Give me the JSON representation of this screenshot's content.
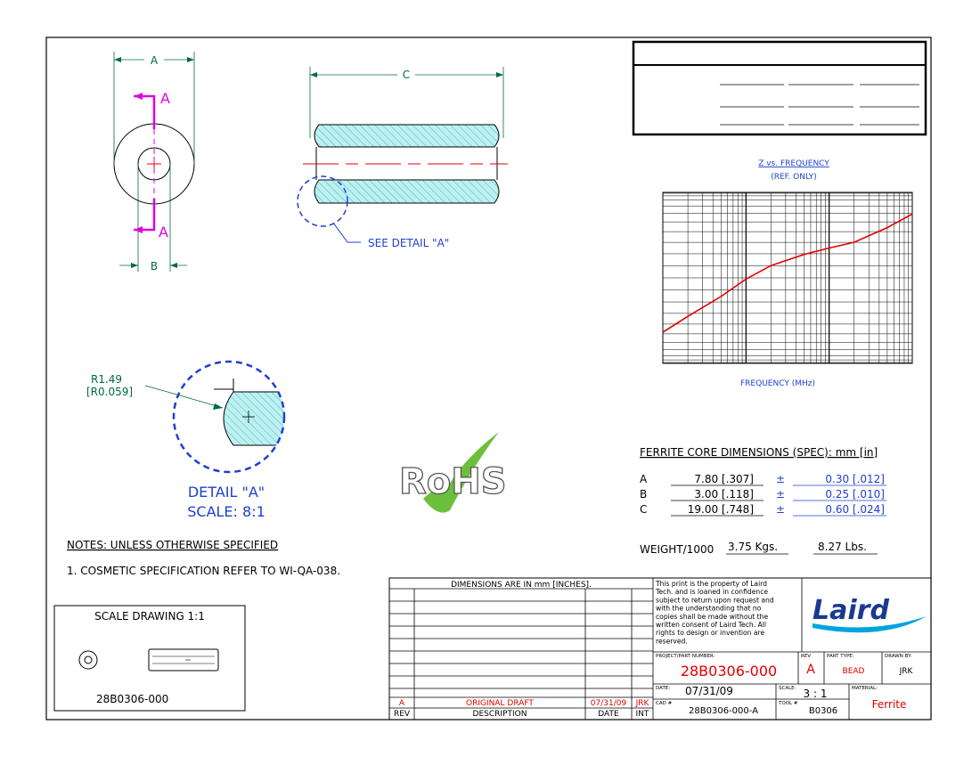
{
  "drawing": {
    "end_view": {
      "dim_a": "A",
      "dim_b": "B",
      "section_a_top": "A",
      "section_a_bottom": "A"
    },
    "side_view": {
      "dim_c": "C",
      "detail_callout": "SEE DETAIL \"A\""
    },
    "detail": {
      "radius_mm": "R1.49",
      "radius_in": "[R0.059]",
      "title": "DETAIL \"A\"",
      "scale": "SCALE:  8:1"
    },
    "rohs_mark": "RoHS"
  },
  "chart_data": {
    "type": "line",
    "title": "Z vs. FREQUENCY",
    "subtitle": "(REF. ONLY)",
    "xlabel": "FREQUENCY (MHz)",
    "ylabel": "",
    "x_scale": "log",
    "y_scale": "log",
    "x": [
      1,
      2,
      5,
      10,
      20,
      50,
      100,
      200,
      500,
      1000
    ],
    "series": [
      {
        "values": [
          0.05,
          0.065,
          0.09,
          0.12,
          0.15,
          0.18,
          0.2,
          0.22,
          0.28,
          0.35
        ]
      }
    ],
    "grid": true,
    "series_color": "#e00000"
  },
  "dimensions_table": {
    "title": "FERRITE CORE DIMENSIONS (SPEC): mm [in]",
    "rows": [
      {
        "label": "A",
        "nominal": "7.80 [.307]",
        "pm": "±",
        "tol": "0.30 [.012]"
      },
      {
        "label": "B",
        "nominal": "3.00 [.118]",
        "pm": "±",
        "tol": "0.25 [.010]"
      },
      {
        "label": "C",
        "nominal": "19.00 [.748]",
        "pm": "±",
        "tol": "0.60 [.024]"
      }
    ],
    "weight_label": "WEIGHT/1000",
    "weight_kg": "3.75 Kgs.",
    "weight_lb": "8.27 Lbs."
  },
  "notes": {
    "heading": "NOTES: UNLESS OTHERWISE SPECIFIED",
    "items": [
      "1. COSMETIC SPECIFICATION REFER TO WI-QA-038."
    ]
  },
  "scale_box": {
    "title": "SCALE DRAWING 1:1",
    "part": "28B0306-000"
  },
  "title_block": {
    "rev_header": "DIMENSIONS ARE IN mm [INCHES].",
    "revisions": [
      {
        "rev": "A",
        "description": "ORIGINAL DRAFT",
        "date": "07/31/09",
        "initials": "JRK"
      }
    ],
    "col_rev": "REV",
    "col_description": "DESCRIPTION",
    "col_date": "DATE",
    "col_int": "INT",
    "property_notice": [
      "This print is the property of Laird",
      "Tech. and is loaned in confidence",
      "subject to return upon request and",
      "with the understanding that no",
      "copies shall be made without the",
      "written consent of Laird Tech. All",
      "rights to design or invention are",
      "reserved."
    ],
    "logo_text": "Laird",
    "project_label": "PROJECT/PART NUMBER:",
    "project_number": "28B0306-000",
    "rev_label": "REV",
    "rev_value": "A",
    "part_type_label": "PART TYPE:",
    "part_type": "BEAD",
    "drawn_by_label": "DRAWN BY:",
    "drawn_by": "JRK",
    "date_label": "DATE:",
    "date": "07/31/09",
    "scale_label": "SCALE:",
    "scale": "3 : 1",
    "material_label": "MATERIAL:",
    "material": "Ferrite",
    "cad_label": "CAD #",
    "cad": "28B0306-000-A",
    "tool_label": "TOOL #",
    "tool": "B0306"
  }
}
